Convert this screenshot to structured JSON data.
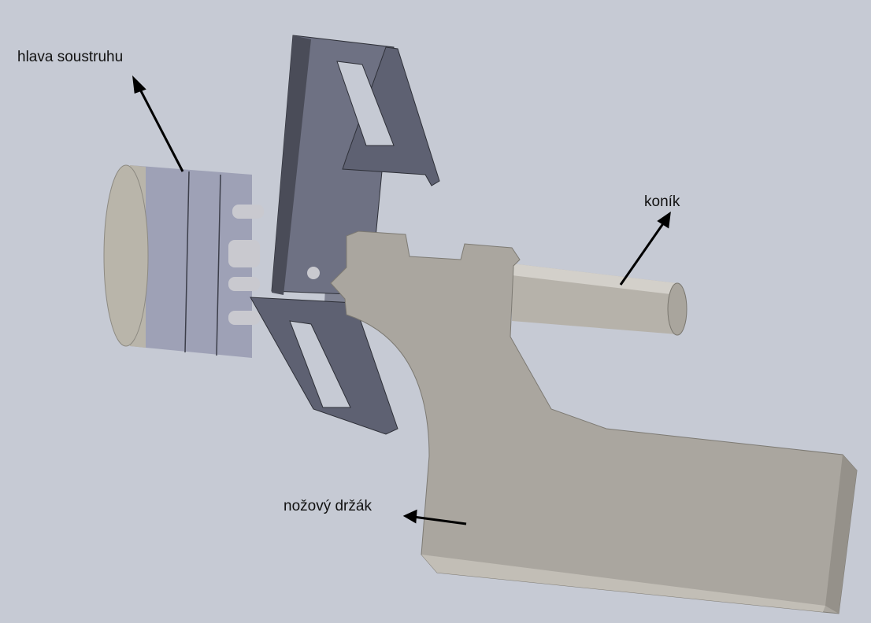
{
  "labels": {
    "head": "hlava soustruhu",
    "tailstock": "koník",
    "tool_holder": "nožový držák"
  },
  "colors": {
    "background": "#c6cad4",
    "holder": "#aaa69f",
    "bracket": "#5e6172",
    "chuck": "#9ea1b6",
    "chuck_face": "#b9b5aa"
  }
}
